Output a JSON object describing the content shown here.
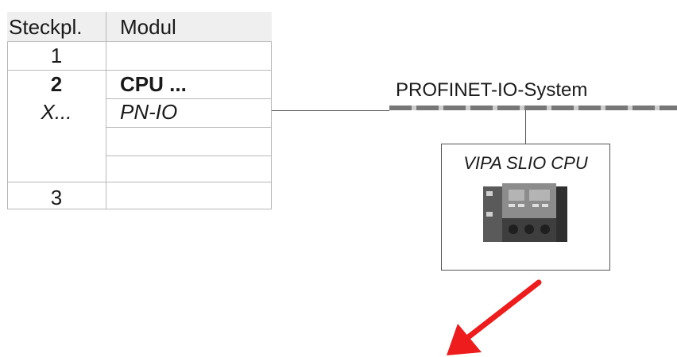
{
  "table": {
    "headers": {
      "slot": "Steckpl.",
      "module": "Modul"
    },
    "rows": [
      {
        "slot": "1",
        "module": ""
      },
      {
        "slot": "2",
        "module": "CPU ..."
      },
      {
        "slot": "X...",
        "module": "PN-IO"
      },
      {
        "slot": "",
        "module": ""
      },
      {
        "slot": "",
        "module": ""
      },
      {
        "slot": "3",
        "module": ""
      }
    ]
  },
  "network": {
    "label": "PROFINET-IO-System"
  },
  "device": {
    "title": "VIPA SLIO CPU",
    "image": "plc-cpu-module"
  },
  "arrow": {
    "color": "#ee1c1c",
    "direction": "down-left"
  }
}
